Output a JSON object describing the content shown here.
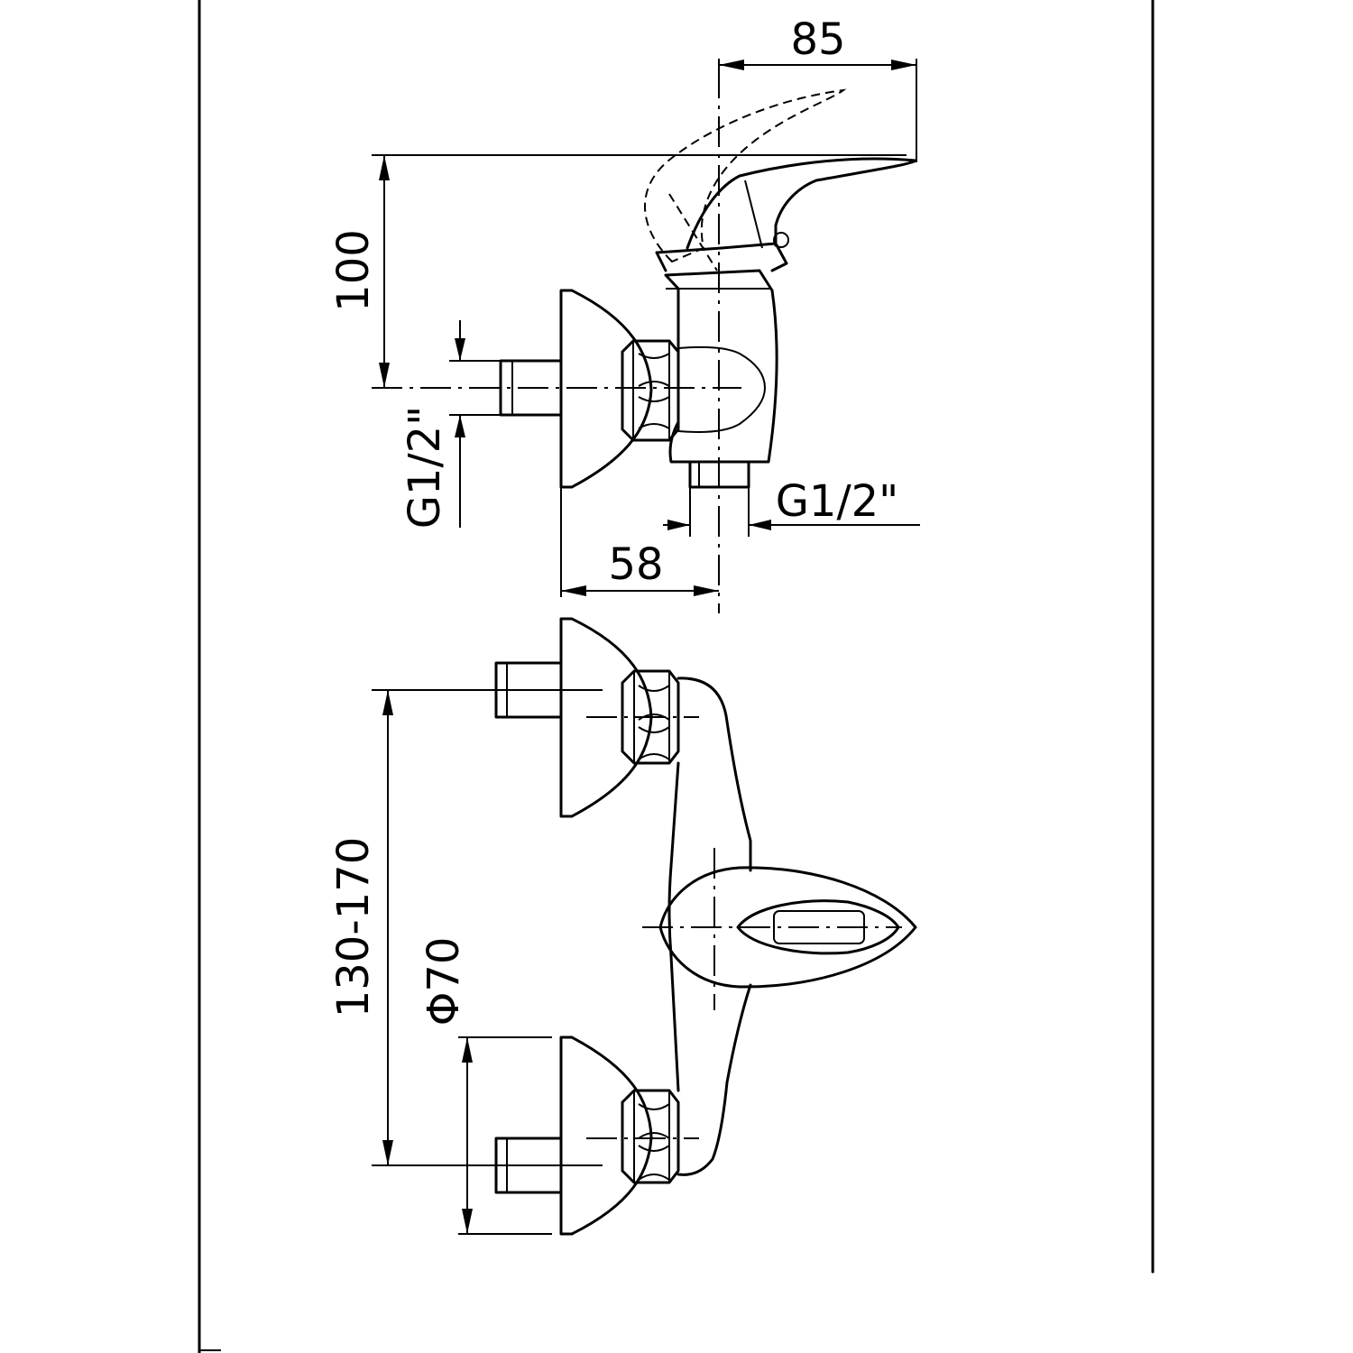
{
  "dimensions": {
    "spout_reach": "85",
    "height_to_lever": "100",
    "inlet_thread_side": "G1/2\"",
    "outlet_thread": "G1/2\"",
    "wall_to_axis": "58",
    "inlet_spacing": "130-170",
    "escutcheon_diameter": "Φ70"
  }
}
